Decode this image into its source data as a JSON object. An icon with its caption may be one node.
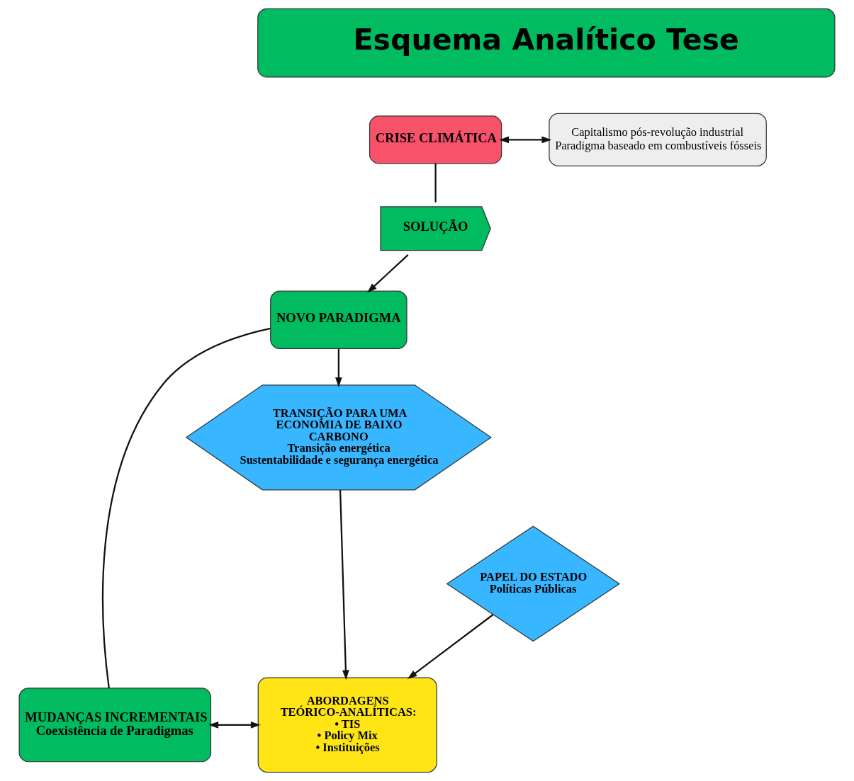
{
  "diagram": {
    "nodes": [
      {
        "text": [
          "Esquema Analítico Tese"
        ]
      },
      {
        "text": [
          "CRISE CLIMÁTICA"
        ]
      },
      {
        "text": [
          "Capitalismo pós-revolução industrial",
          "Paradigma baseado em combustíveis fósseis"
        ]
      },
      {
        "text": [
          "SOLUÇÃO"
        ]
      },
      {
        "text": [
          "NOVO PARADIGMA"
        ]
      },
      {
        "text": [
          "TRANSIÇÃO PARA UMA ECONOMIA DE BAIXO CARBONO",
          "Transição energética",
          "Sustentabilidade e segurança energética"
        ]
      },
      {
        "text": [
          "PAPEL DO ESTADO",
          "Políticas Públicas"
        ]
      },
      {
        "text": [
          "MUDANÇAS INCREMENTAIS",
          "Coexistência de Paradigmas"
        ]
      },
      {
        "text": [
          "ABORDAGENS TEÓRICO-ANALÍTICAS:",
          "• TIS",
          "• Policy Mix",
          "• Instituições"
        ]
      }
    ],
    "edges": [
      {
        "from": 1,
        "to": 2,
        "arrow": "both"
      },
      {
        "from": 1,
        "to": 3,
        "arrow": "none"
      },
      {
        "from": 3,
        "to": 4,
        "arrow": "to"
      },
      {
        "from": 4,
        "to": 5,
        "arrow": "to"
      },
      {
        "from": 5,
        "to": 8,
        "arrow": "to"
      },
      {
        "from": 6,
        "to": 8,
        "arrow": "to"
      },
      {
        "from": 4,
        "to": 7,
        "arrow": "none"
      },
      {
        "from": 7,
        "to": 8,
        "arrow": "both"
      }
    ]
  }
}
